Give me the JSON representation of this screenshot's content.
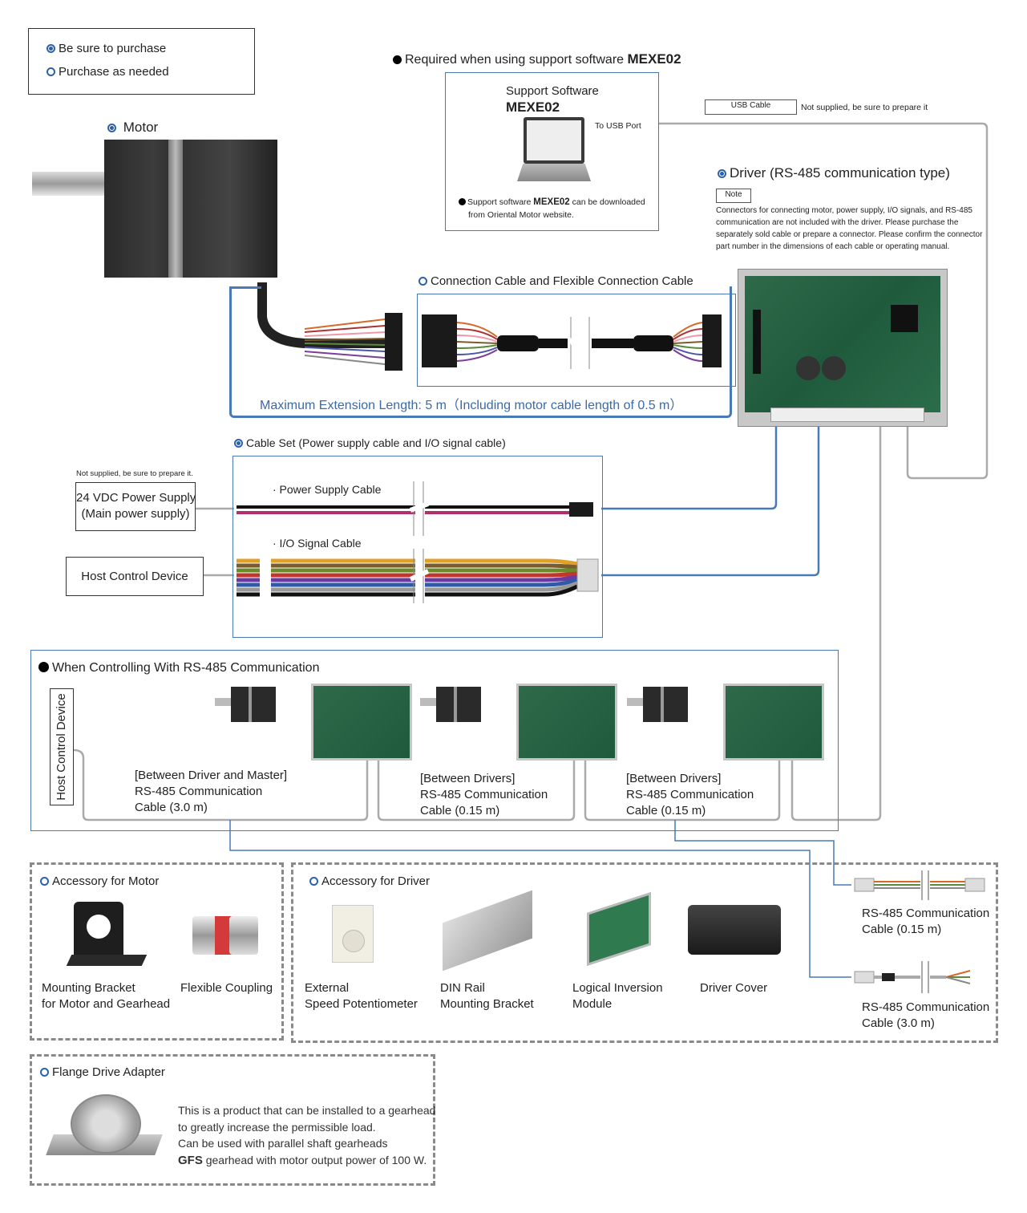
{
  "legend": {
    "purchase": "Be sure to purchase",
    "as_needed": "Purchase as needed"
  },
  "motor": {
    "label": "Motor"
  },
  "mexe": {
    "heading_prefix": "Required when using support software ",
    "heading_name": "MEXE02",
    "box_title_1": "Support Software",
    "box_title_2": "MEXE02",
    "to_usb": "To USB Port",
    "note_prefix": "Support software ",
    "note_name": "MEXE02",
    "note_suffix": " can be downloaded",
    "note_line2": "from Oriental Motor website."
  },
  "usb": {
    "label": "USB Cable",
    "note": "Not supplied, be sure to prepare it"
  },
  "driver": {
    "title": "Driver  (RS-485 communication type)",
    "note_tag": "Note",
    "note_lines": [
      "Connectors for connecting motor, power supply, I/O signals, and RS-485",
      "communication are not included with the driver. Please purchase the",
      "separately sold cable or prepare a connector. Please confirm the connector",
      "part number in the dimensions of each cable or operating manual."
    ]
  },
  "connection_cable": {
    "title": "Connection Cable and Flexible Connection Cable",
    "max_length": "Maximum Extension Length: 5 m（Including motor cable length of 0.5 m）"
  },
  "cable_set": {
    "title": "Cable Set (Power supply cable and I/O signal cable)",
    "power_cable": "· Power Supply Cable",
    "io_cable": "·  I/O Signal Cable"
  },
  "power_supply": {
    "note": "Not supplied, be sure to prepare it.",
    "line1": "24 VDC Power Supply",
    "line2": "(Main power supply)"
  },
  "host": {
    "label": "Host Control Device"
  },
  "rs485": {
    "heading": "When Controlling With RS-485 Communication",
    "host_vertical": "Host Control Device",
    "cable_a": [
      "[Between Driver and Master]",
      "RS-485 Communication",
      "Cable (3.0 m)"
    ],
    "cable_b": [
      "[Between Drivers]",
      "RS-485 Communication",
      "Cable (0.15 m)"
    ],
    "cable_c": [
      "[Between Drivers]",
      "RS-485 Communication",
      "Cable (0.15 m)"
    ]
  },
  "rs485_products": {
    "short": [
      "RS-485 Communication",
      "Cable (0.15 m)"
    ],
    "long": [
      "RS-485 Communication",
      "Cable (3.0 m)"
    ]
  },
  "acc_motor": {
    "title": "Accessory for Motor",
    "item1": [
      "Mounting Bracket",
      "for Motor and Gearhead"
    ],
    "item2": [
      "Flexible Coupling"
    ]
  },
  "acc_driver": {
    "title": "Accessory for Driver",
    "item1": [
      "External",
      "Speed Potentiometer"
    ],
    "item2": [
      "DIN Rail",
      "Mounting Bracket"
    ],
    "item3": [
      "Logical Inversion",
      "Module"
    ],
    "item4": [
      "Driver Cover"
    ]
  },
  "flange": {
    "title": "Flange Drive Adapter",
    "desc": [
      "This is a product that can be installed to a gearhead",
      "to greatly increase the permissible load.",
      "Can be used with parallel shaft gearheads"
    ],
    "desc_bold": "GFS",
    "desc_tail": " gearhead with motor output power of 100 W."
  },
  "colors": {
    "accent": "#2e62a8",
    "box_border": "#4a7ab5",
    "cable_gray": "#aaaaaa",
    "dashed": "#8a8a8a"
  }
}
